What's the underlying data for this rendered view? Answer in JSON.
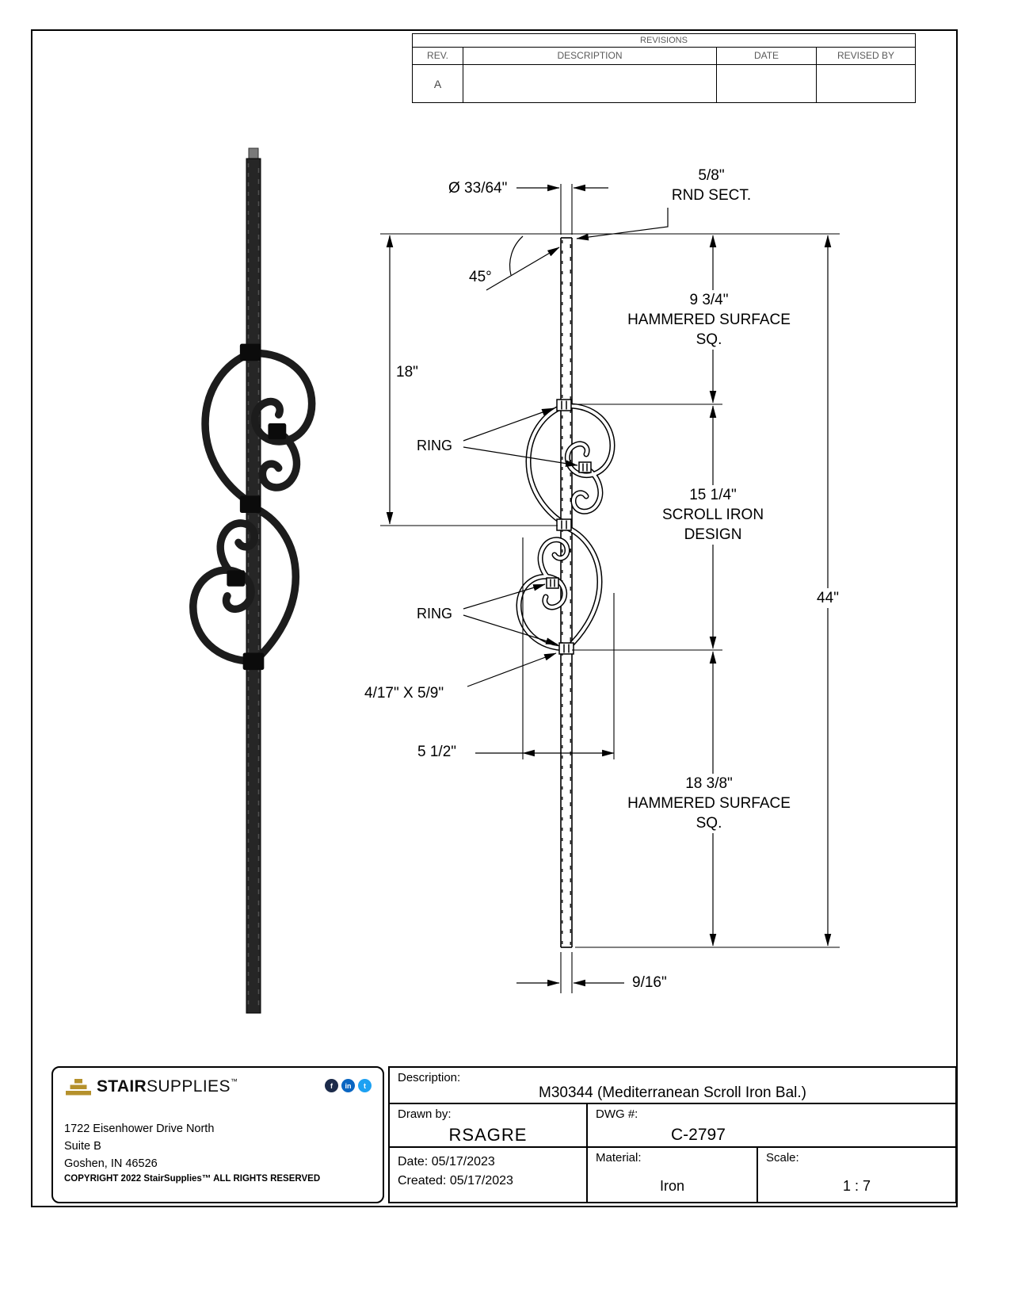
{
  "revisions": {
    "title": "REVISIONS",
    "col_rev": "REV.",
    "col_desc": "DESCRIPTION",
    "col_date": "DATE",
    "col_revised_by": "REVISED BY",
    "row_rev": "A"
  },
  "dimensions": {
    "diameter": "Ø 33/64\"",
    "round_section": "5/8\"\nRND SECT.",
    "angle": "45°",
    "len_18": "18\"",
    "hammered_top": "9 3/4\"\nHAMMERED SURFACE\nSQ.",
    "ring_top": "RING",
    "scroll_design": "15 1/4\"\nSCROLL IRON\nDESIGN",
    "overall": "44\"",
    "ring_bottom": "RING",
    "bar_section": "4/17\" X 5/9\"",
    "scroll_width": "5 1/2\"",
    "hammered_bottom": "18 3/8\"\nHAMMERED SURFACE\nSQ.",
    "bottom_width": "9/16\""
  },
  "title_block": {
    "brand_stair": "STAIR",
    "brand_supplies": "SUPPLIES",
    "brand_tm": "™",
    "address": "1722 Eisenhower Drive North\nSuite B\nGoshen, IN 46526",
    "copyright": "COPYRIGHT 2022 StairSupplies™ ALL RIGHTS RESERVED",
    "description_label": "Description:",
    "description_value": "M30344 (Mediterranean Scroll Iron Bal.)",
    "drawn_by_label": "Drawn by:",
    "drawn_by_value": "RSAGRE",
    "dwg_label": "DWG #:",
    "dwg_value": "C-2797",
    "date_label": "Date:",
    "date_value": "05/17/2023",
    "created_label": "Created:",
    "created_value": "05/17/2023",
    "material_label": "Material:",
    "material_value": "Iron",
    "scale_label": "Scale:",
    "scale_value": "1 : 7"
  },
  "icons": {
    "facebook": "f",
    "linkedin": "in",
    "twitter": "t"
  },
  "colors": {
    "line": "#000000",
    "brand_gold": "#b5912c",
    "iron": "#262626"
  }
}
